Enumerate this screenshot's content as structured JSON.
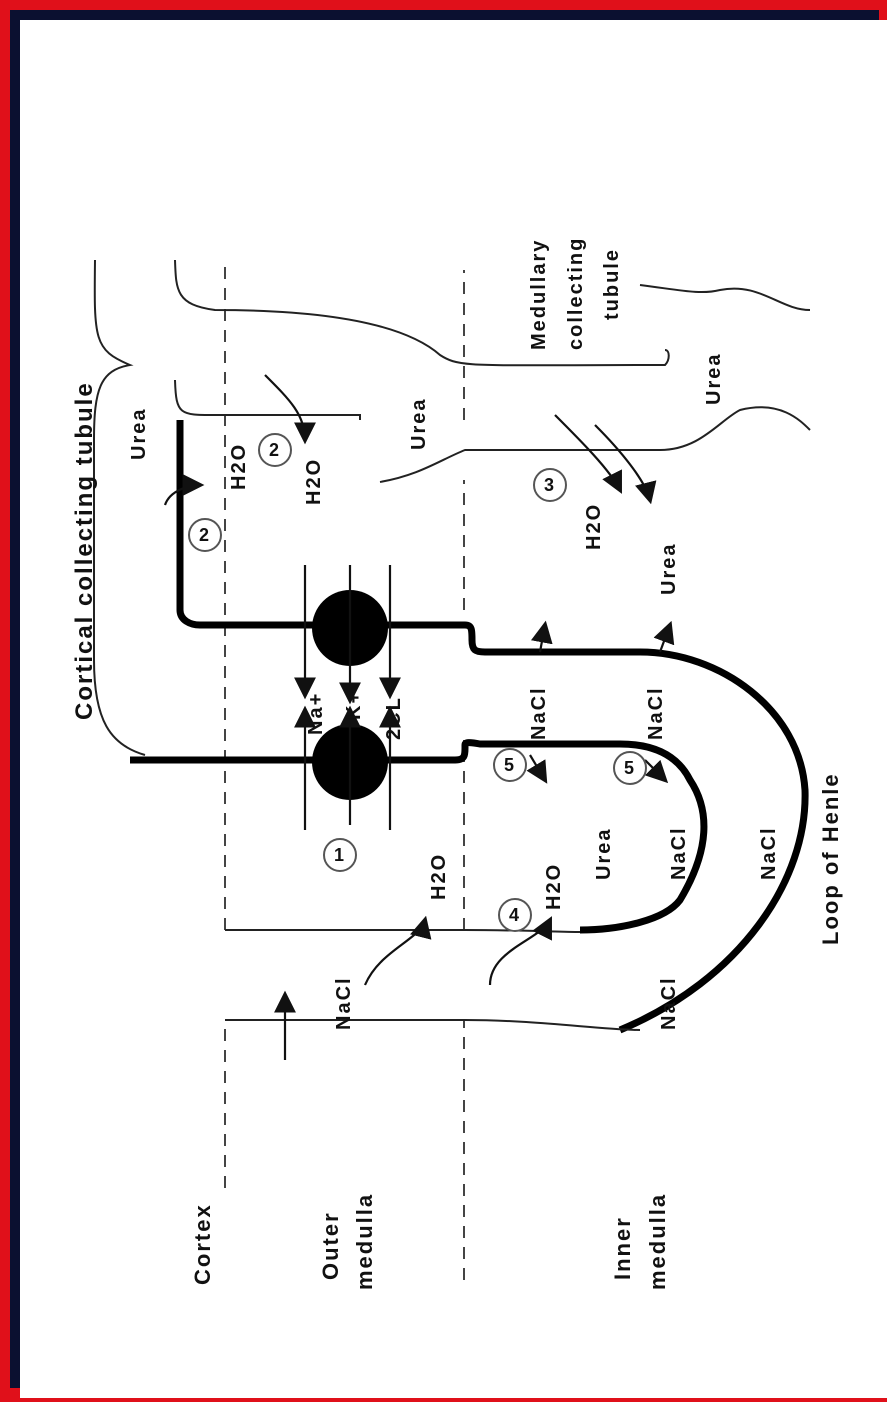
{
  "colors": {
    "border": "#e0101a",
    "background": "#0b1030",
    "panel": "#ffffff"
  },
  "labels": {
    "cortex": "Cortex",
    "outer_medulla_1": "Outer",
    "outer_medulla_2": "medulla",
    "inner_medulla_1": "Inner",
    "inner_medulla_2": "medulla",
    "cortical_collecting_tubule": "Cortical collecting tubule",
    "medullary_collecting_tubule_1": "Medullary",
    "medullary_collecting_tubule_2": "collecting",
    "medullary_collecting_tubule_3": "tubule",
    "loop_of_henle": "Loop of Henle",
    "na_plus": "Na+",
    "k_plus": "K+",
    "two_cl": "2CL",
    "urea": "Urea",
    "nacl": "NaCl",
    "h2o": "H2O"
  },
  "markers": [
    "1",
    "2",
    "3",
    "4",
    "5"
  ]
}
